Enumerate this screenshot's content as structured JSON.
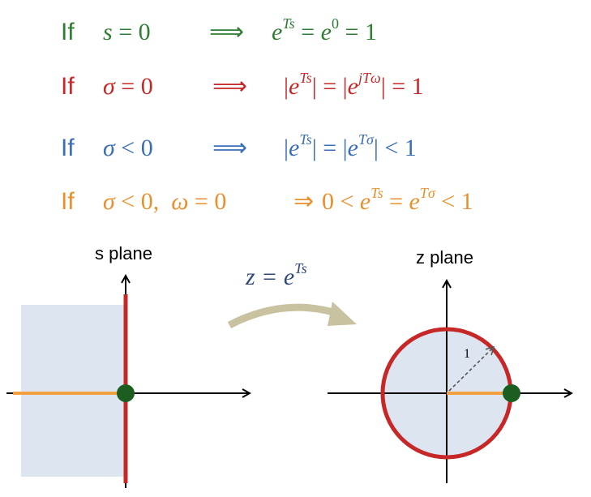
{
  "colors": {
    "row1": "#2e7d32",
    "row2": "#c62828",
    "row3": "#3a6fb5",
    "row4": "#e8902c",
    "region_fill": "#dde5f0",
    "unit_circle": "#c62828",
    "origin_dot": "#1b5e20",
    "neg_real_segment": "#f0a040",
    "map_arrow": "#c8c2a0"
  },
  "rows": [
    {
      "if": "If",
      "cond": "s = 0",
      "implies": "⟹",
      "rhs": "e^{Ts} = e^0 = 1"
    },
    {
      "if": "If",
      "cond": "σ = 0",
      "implies": "⟹",
      "rhs": "|e^{Ts}| = |e^{jTω}| = 1"
    },
    {
      "if": "If",
      "cond": "σ < 0",
      "implies": "⟹",
      "rhs": "|e^{Ts}| = |e^{Tσ}| < 1"
    },
    {
      "if": "If",
      "cond": "σ < 0,  ω = 0",
      "implies": "⇒",
      "rhs": "0 < e^{Ts} = e^{Tσ} < 1"
    }
  ],
  "s_plane": {
    "label": "s plane"
  },
  "z_plane": {
    "label": "z plane",
    "radius_label": "1"
  },
  "mapping": {
    "label": "z = e^{Ts}"
  }
}
